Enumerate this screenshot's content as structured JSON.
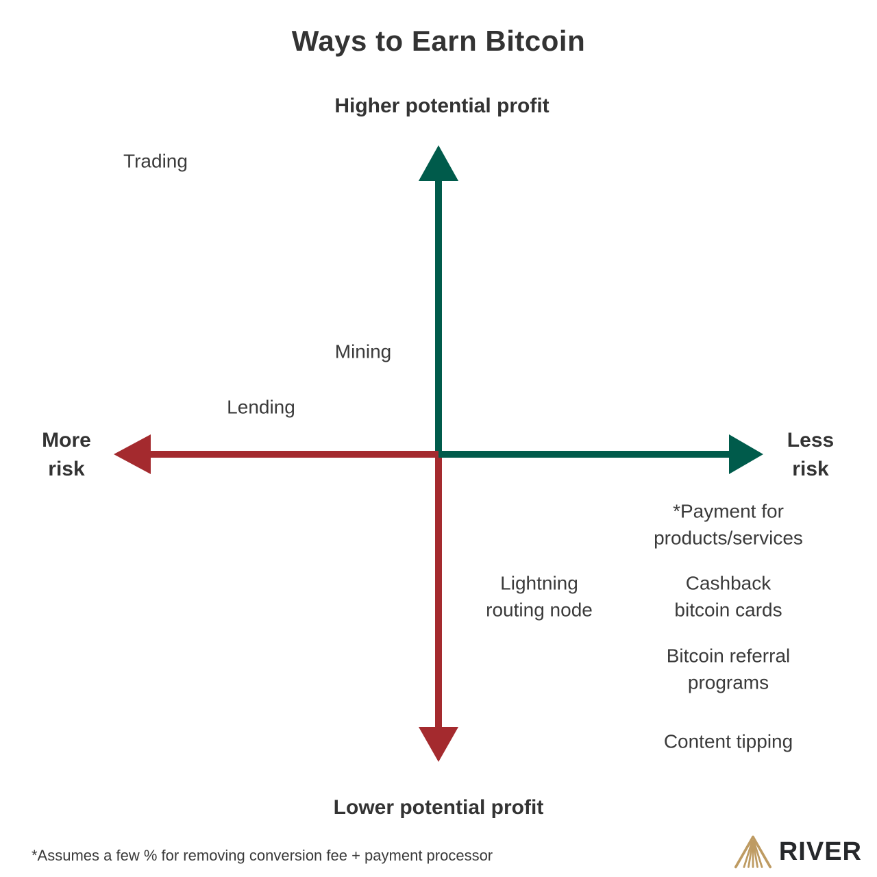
{
  "title": "Ways to Earn Bitcoin",
  "colors": {
    "bg": "#ffffff",
    "green": "#005B4B",
    "red": "#A42A2E",
    "text-dark": "#333333",
    "text-label": "#3A3A3A",
    "gold": "#BE9B62",
    "logo-text": "#26282B"
  },
  "axes": {
    "top_label": "Higher potential profit",
    "bottom_label": "Lower potential profit",
    "left_label_lines": [
      "More",
      "risk"
    ],
    "right_label_lines": [
      "Less",
      "risk"
    ]
  },
  "items": [
    {
      "id": "trading",
      "quadrant": "top-left",
      "lines": [
        "Trading",
        ""
      ]
    },
    {
      "id": "mining",
      "quadrant": "top-left",
      "lines": [
        "Mining",
        ""
      ]
    },
    {
      "id": "lending",
      "quadrant": "top-left",
      "lines": [
        "Lending",
        ""
      ]
    },
    {
      "id": "lightning",
      "quadrant": "bottom-right",
      "lines": [
        "Lightning",
        "routing node"
      ]
    },
    {
      "id": "payment",
      "quadrant": "bottom-right",
      "lines": [
        "*Payment for",
        "products/services"
      ]
    },
    {
      "id": "cashback",
      "quadrant": "bottom-right",
      "lines": [
        "Cashback",
        "bitcoin cards"
      ]
    },
    {
      "id": "referral",
      "quadrant": "bottom-right",
      "lines": [
        "Bitcoin referral",
        "programs"
      ]
    },
    {
      "id": "tipping",
      "quadrant": "bottom-right",
      "lines": [
        "Content tipping",
        ""
      ]
    }
  ],
  "footnote": "*Assumes a few % for removing conversion fee + payment processor",
  "logo": {
    "brand": "RIVER"
  }
}
